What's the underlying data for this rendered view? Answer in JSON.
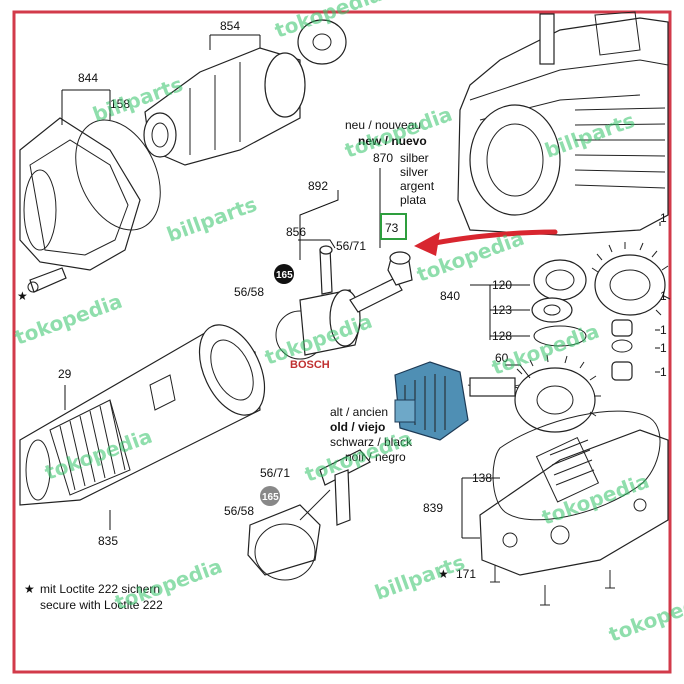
{
  "labels": {
    "p854": "854",
    "p844": "844",
    "p158": "158",
    "neu": "neu / nouveau",
    "new": "new / nuevo",
    "p870": "870",
    "silber": "silber",
    "silver": "silver",
    "argent": "argent",
    "plata": "plata",
    "p892": "892",
    "p73": "73",
    "p856": "856",
    "p5671": "56/71",
    "p165": "165",
    "p5658": "56/58",
    "p840": "840",
    "p120": "120",
    "p123": "123",
    "p128": "128",
    "p60": "60",
    "p29": "29",
    "bosch": "BOSCH",
    "alt": "alt / ancien",
    "old": "old / viejo",
    "schwarz": "schwarz / black",
    "noir": "noir / negro",
    "p5671b": "56/71",
    "p165b": "165",
    "p5658b": "56/58",
    "p138": "138",
    "p839": "839",
    "p835": "835",
    "p171": "171",
    "r1a": "1",
    "r1b": "1",
    "r1c": "1",
    "r1d": "1",
    "r1e": "1"
  },
  "notes": {
    "loctite_de": "mit Loctite 222 sichern",
    "loctite_en": "secure with Loctite 222",
    "star": "★"
  },
  "watermarks": {
    "w1": "billparts",
    "w2": "tokopedia",
    "w3": "billparts",
    "w4": "tokopedia",
    "w5": "tokopedia",
    "w6": "tokopedia",
    "w7": "billparts",
    "w8": "tokopedia",
    "w9": "tokopedia",
    "w10": "tokopedia",
    "w11": "billparts",
    "w12": "tokopedia",
    "w13": "tokopedia",
    "w14": "tokopedia",
    "w15": "tokopedia"
  },
  "colors": {
    "frame": "#d23a4a",
    "arrow": "#d8262f",
    "highlight_box": "#2e9e3e",
    "watermark": "#35c46a",
    "motor_blue": "#4f8fb4"
  }
}
